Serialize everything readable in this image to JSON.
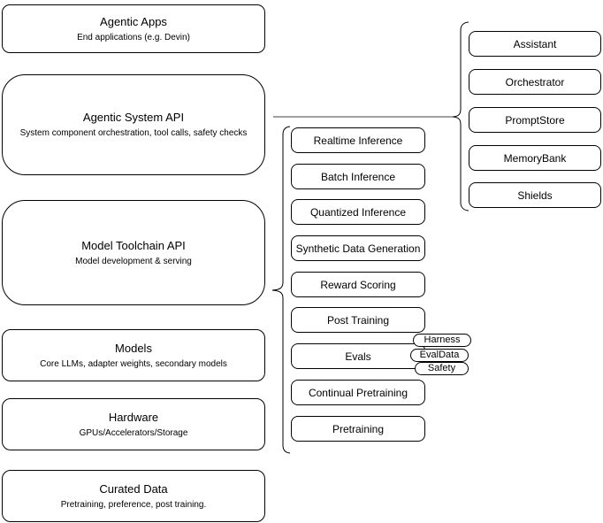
{
  "diagram": {
    "left_column": [
      {
        "title": "Agentic Apps",
        "subtitle": "End applications (e.g. Devin)"
      },
      {
        "title": "Agentic System API",
        "subtitle": "System component orchestration, tool calls, safety checks"
      },
      {
        "title": "Model Toolchain API",
        "subtitle": "Model development & serving"
      },
      {
        "title": "Models",
        "subtitle": "Core LLMs, adapter weights, secondary models"
      },
      {
        "title": "Hardware",
        "subtitle": "GPUs/Accelerators/Storage"
      },
      {
        "title": "Curated Data",
        "subtitle": "Pretraining, preference, post training."
      }
    ],
    "toolchain_items": [
      "Realtime Inference",
      "Batch Inference",
      "Quantized Inference",
      "Synthetic Data Generation",
      "Reward Scoring",
      "Post Training",
      "Evals",
      "Continual Pretraining",
      "Pretraining"
    ],
    "eval_badges": [
      "Harness",
      "EvalData",
      "Safety"
    ],
    "system_components": [
      "Assistant",
      "Orchestrator",
      "PromptStore",
      "MemoryBank",
      "Shields"
    ],
    "colors": {
      "border": "#000000",
      "background": "#ffffff",
      "connector_line": "#808080"
    }
  }
}
